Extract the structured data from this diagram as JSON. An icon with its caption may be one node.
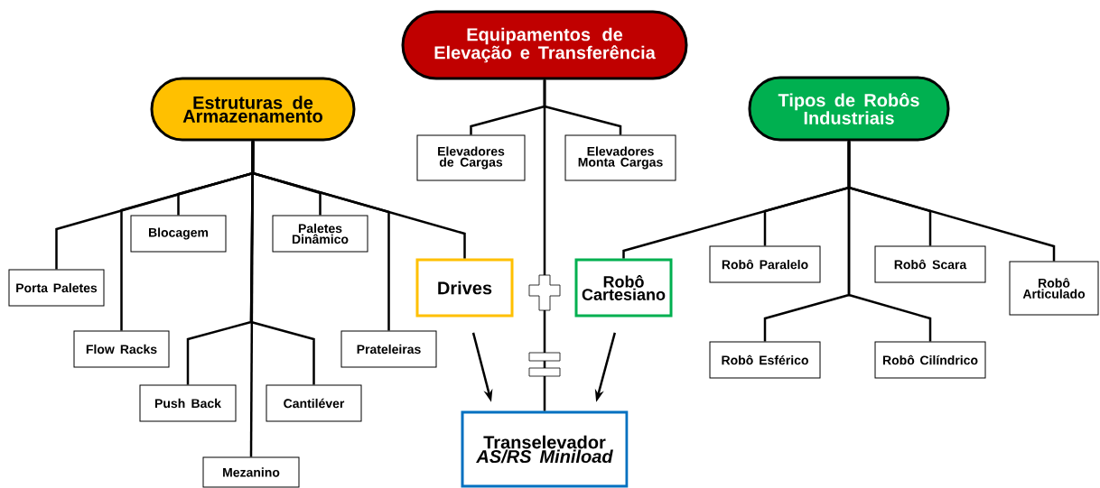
{
  "diagram": {
    "nodes": [
      {
        "text": [
          "Estruturas de Armazenamento"
        ]
      },
      {
        "text": [
          "Equipamentos de Elevação e Transferência"
        ]
      },
      {
        "text": [
          "Tipos de Robôs Industriais"
        ]
      },
      {
        "text": [
          "Elevadores de Cargas"
        ]
      },
      {
        "text": [
          "Elevadores Monta Cargas"
        ]
      },
      {
        "text": [
          "Blocagem"
        ]
      },
      {
        "text": [
          "Paletes Dinâmico"
        ]
      },
      {
        "text": [
          "Porta Paletes"
        ]
      },
      {
        "text": [
          "Drives"
        ]
      },
      {
        "text": [
          "Robô Cartesiano"
        ]
      },
      {
        "text": [
          "Robô Paralelo"
        ]
      },
      {
        "text": [
          "Robô Scara"
        ]
      },
      {
        "text": [
          "Robô Articulado"
        ]
      },
      {
        "text": [
          "Flow Racks"
        ]
      },
      {
        "text": [
          "Prateleiras"
        ]
      },
      {
        "text": [
          "Robô Esférico"
        ]
      },
      {
        "text": [
          "Robô Cilíndrico"
        ]
      },
      {
        "text": [
          "Push Back"
        ]
      },
      {
        "text": [
          "Cantiléver"
        ]
      },
      {
        "text": [
          "Transelevador",
          "AS/RS Miniload"
        ]
      },
      {
        "text": [
          "Mezanino"
        ]
      }
    ],
    "edges": [
      {
        "from": 1,
        "to": 3,
        "arrow": "none"
      },
      {
        "from": 1,
        "to": 4,
        "arrow": "none"
      },
      {
        "from": 1,
        "to": 19,
        "arrow": "none"
      },
      {
        "from": 0,
        "to": 5,
        "arrow": "none"
      },
      {
        "from": 0,
        "to": 6,
        "arrow": "none"
      },
      {
        "from": 0,
        "to": 7,
        "arrow": "none"
      },
      {
        "from": 0,
        "to": 8,
        "arrow": "none"
      },
      {
        "from": 0,
        "to": 13,
        "arrow": "none"
      },
      {
        "from": 0,
        "to": 14,
        "arrow": "none"
      },
      {
        "from": 0,
        "to": 17,
        "arrow": "none"
      },
      {
        "from": 0,
        "to": 18,
        "arrow": "none"
      },
      {
        "from": 0,
        "to": 20,
        "arrow": "none"
      },
      {
        "from": 2,
        "to": 9,
        "arrow": "none"
      },
      {
        "from": 2,
        "to": 10,
        "arrow": "none"
      },
      {
        "from": 2,
        "to": 11,
        "arrow": "none"
      },
      {
        "from": 2,
        "to": 12,
        "arrow": "none"
      },
      {
        "from": 2,
        "to": 15,
        "arrow": "none"
      },
      {
        "from": 2,
        "to": 16,
        "arrow": "none"
      },
      {
        "from": 8,
        "to": 19,
        "arrow": "to"
      },
      {
        "from": 9,
        "to": 19,
        "arrow": "to"
      }
    ]
  }
}
